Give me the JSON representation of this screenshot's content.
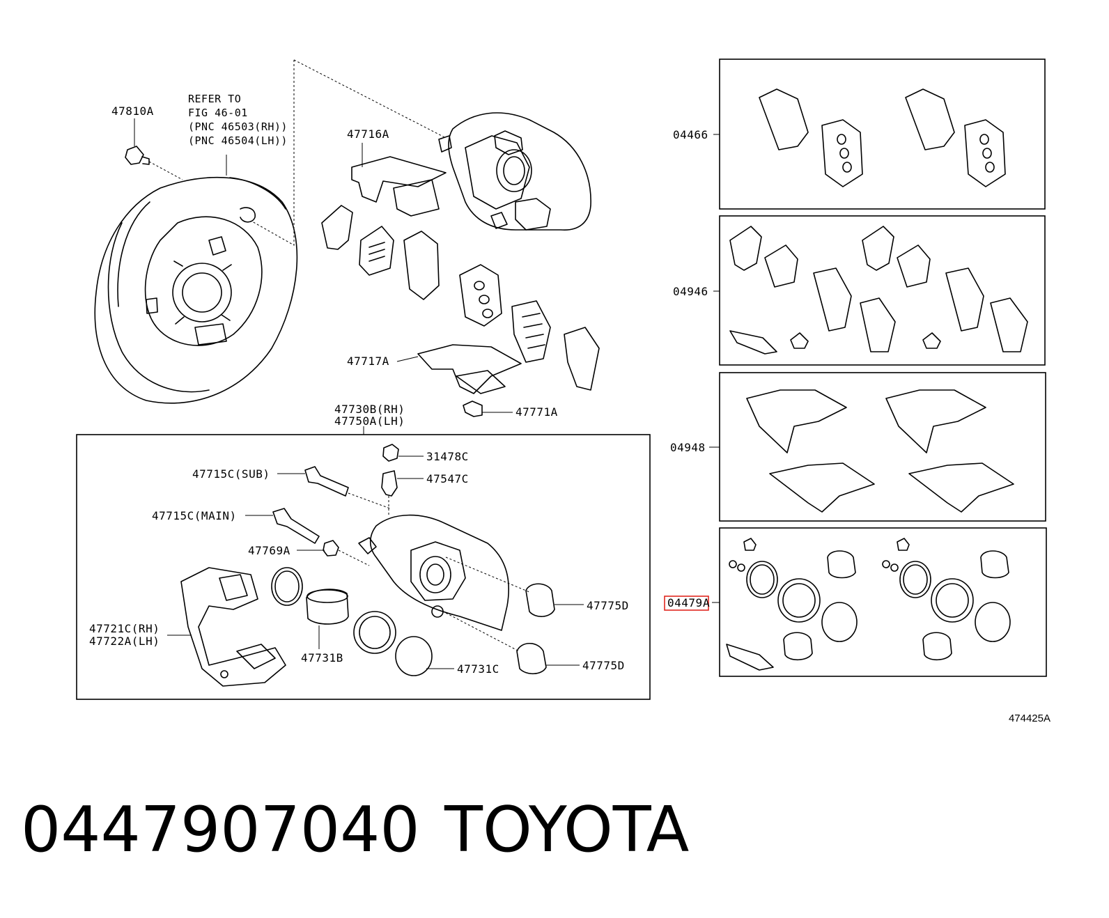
{
  "refer_note": {
    "line1": "REFER TO",
    "line2": "FIG 46-01",
    "line3": "(PNC 46503(RH))",
    "line4": "(PNC 46504(LH))"
  },
  "callouts": {
    "c47810A": "47810A",
    "c47716A": "47716A",
    "c47717A": "47717A",
    "c47771A": "47771A",
    "c47730B": "47730B(RH)",
    "c47750A": "47750A(LH)",
    "c31478C": "31478C",
    "c47547C": "47547C",
    "c47715C_sub": "47715C(SUB)",
    "c47715C_main": "47715C(MAIN)",
    "c47769A": "47769A",
    "c47721C": "47721C(RH)",
    "c47722A": "47722A(LH)",
    "c47731B": "47731B",
    "c47731C": "47731C",
    "c47775D_top": "47775D",
    "c47775D_bot": "47775D"
  },
  "kits": {
    "k04466": "04466",
    "k04946": "04946",
    "k04948": "04948",
    "k04479_hl": "04479",
    "k04479_suffix": "A"
  },
  "figure_code": "474425A",
  "caption": {
    "part_number": "0447907040",
    "brand": "TOYOTA"
  },
  "colors": {
    "highlight": "#e0271f",
    "line": "#000000",
    "background": "#ffffff"
  }
}
